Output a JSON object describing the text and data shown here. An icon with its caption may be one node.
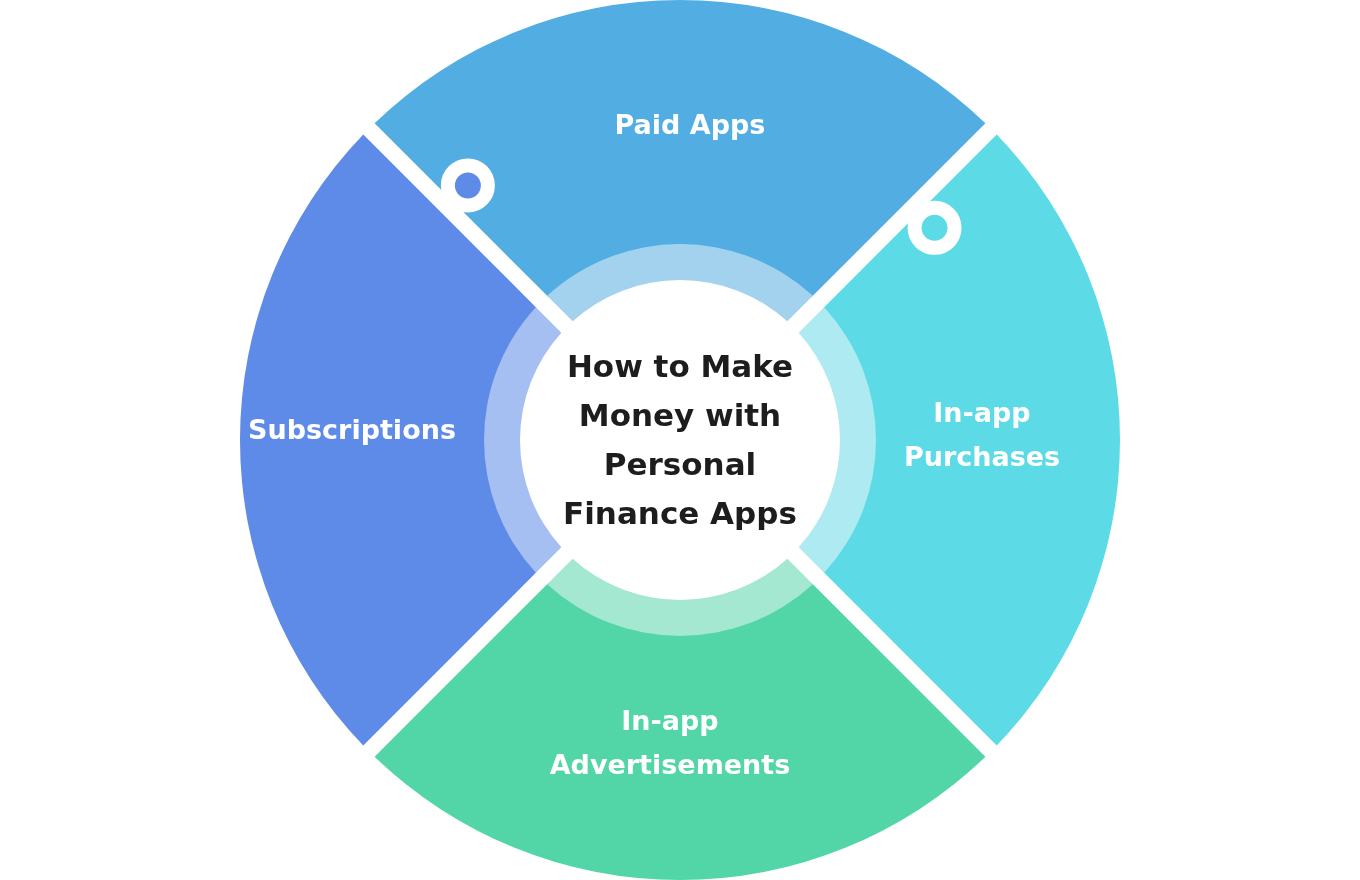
{
  "diagram": {
    "nodes": [
      {
        "text": [
          "How to Make Money with Personal Finance Apps"
        ]
      },
      {
        "text": [
          "Paid Apps"
        ]
      },
      {
        "text": [
          "In-app Purchases"
        ]
      },
      {
        "text": [
          "In-app Advertisements"
        ]
      },
      {
        "text": [
          "Subscriptions"
        ]
      }
    ]
  }
}
